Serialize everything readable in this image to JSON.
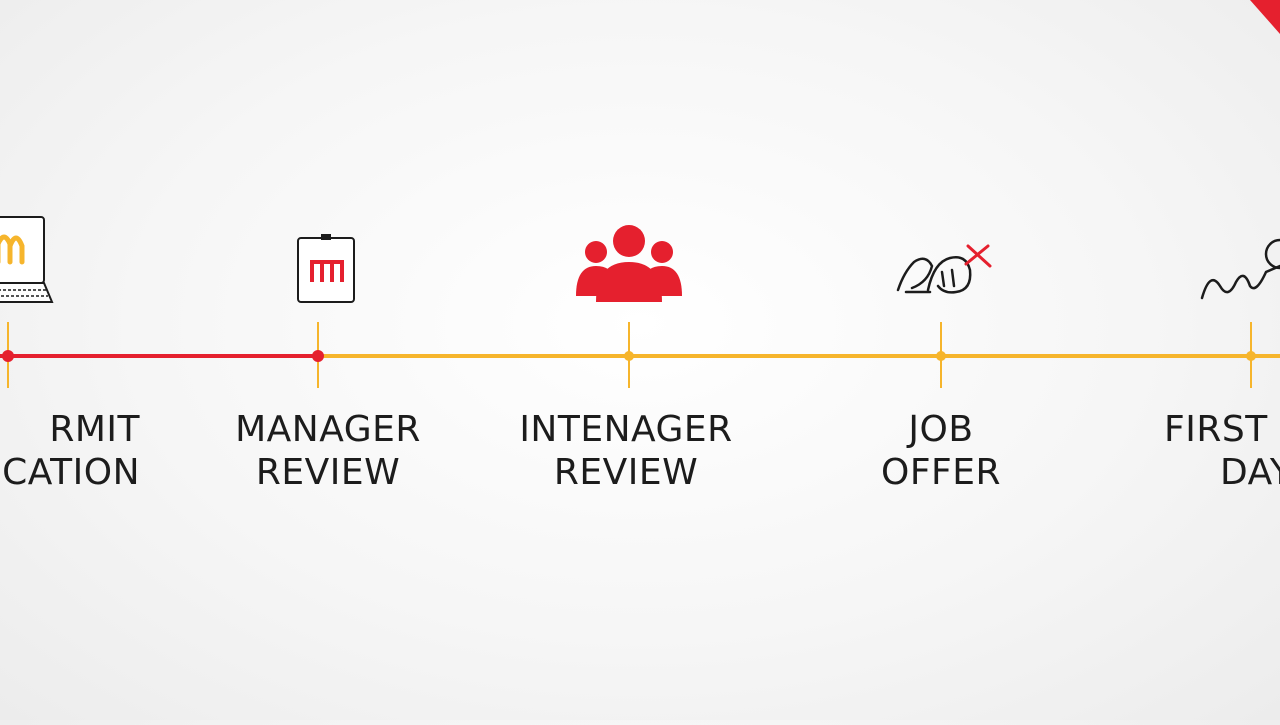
{
  "colors": {
    "red": "#e5202e",
    "yellow": "#f6b52c",
    "ink": "#1c1c1c"
  },
  "steps": [
    {
      "line1": "RMIT",
      "line2": "CATION",
      "icon": "laptop-icon"
    },
    {
      "line1": "MANAGER",
      "line2": "REVIEW",
      "icon": "clipboard-icon"
    },
    {
      "line1": "INTENAGER",
      "line2": "REVIEW",
      "icon": "team-icon"
    },
    {
      "line1": "JOB",
      "line2": "OFFER",
      "icon": "handshake-icon"
    },
    {
      "line1": "FIRST",
      "line2": "DAY",
      "icon": "person-icon"
    }
  ],
  "progress": {
    "completed_steps": 2,
    "total_steps": 5
  }
}
